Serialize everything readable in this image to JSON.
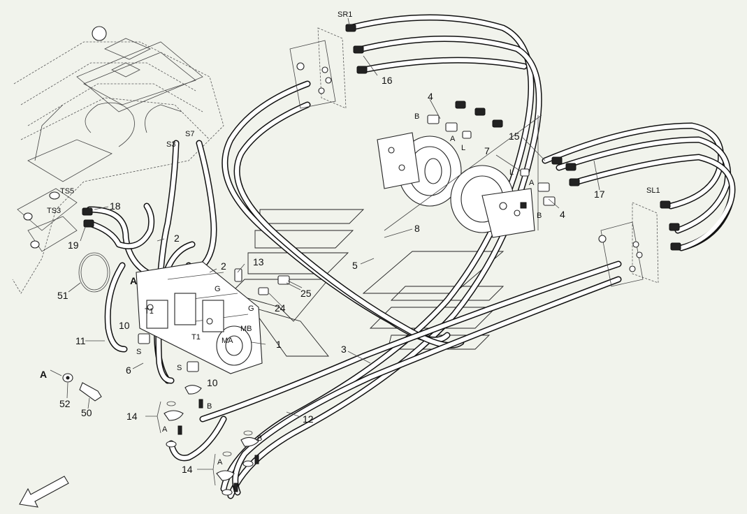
{
  "labels": {
    "sr1": "SR1",
    "sl1": "SL1",
    "s3": "S3",
    "s7": "S7",
    "ts5": "TS5",
    "ts3": "TS3",
    "n1": "1",
    "n2a": "2",
    "n2b": "2",
    "n3": "3",
    "n4a": "4",
    "n4b": "4",
    "n5": "5",
    "n6": "6",
    "n7": "7",
    "n8": "8",
    "n10a": "10",
    "n10b": "10",
    "n11": "11",
    "n12": "12",
    "n13": "13",
    "n14a": "14",
    "n14b": "14",
    "n15": "15",
    "n16": "16",
    "n17": "17",
    "n18": "18",
    "n19": "19",
    "n24": "24",
    "n25": "25",
    "n50": "50",
    "n51": "51",
    "n52": "52",
    "a_bold": "A",
    "a_detail": "A",
    "port_b1": "B",
    "port_a1": "A",
    "port_l1": "L",
    "port_l2": "L",
    "port_a2": "A",
    "port_b2": "B",
    "t1a": "T1",
    "t1b": "T1",
    "ga": "G",
    "gb": "G",
    "mb": "MB",
    "ma": "MA",
    "s_a": "S",
    "s_b": "S",
    "c14a_a": "A",
    "c14a_b": "B",
    "c14b_a": "A",
    "c14b_b": "B"
  }
}
